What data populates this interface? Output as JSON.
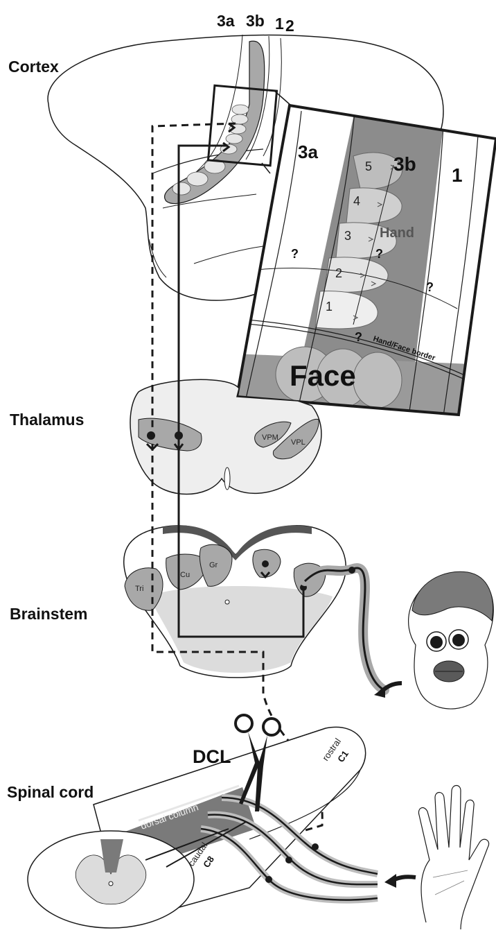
{
  "levels": {
    "cortex": "Cortex",
    "thalamus": "Thalamus",
    "brainstem": "Brainstem",
    "spinal_cord": "Spinal cord"
  },
  "cortex_areas": [
    "3a",
    "3b",
    "1",
    "2"
  ],
  "inset": {
    "area_3a": "3a",
    "area_3b": "3b",
    "area_1": "1",
    "hand": "Hand",
    "face": "Face",
    "border": "Hand/Face border",
    "digits": [
      "5",
      "4",
      "3",
      "2",
      "1"
    ],
    "question": "?"
  },
  "thalamus_nuclei": {
    "vpm": "VPM",
    "vpl": "VPL"
  },
  "brainstem_nuclei": {
    "tri": "Tri",
    "cu": "Cu",
    "gr": "Gr"
  },
  "spinal": {
    "lesion": "DCL",
    "dorsal_column": "dorsal column",
    "rostral": "rostral",
    "c1": "C1",
    "caudal": "caudal",
    "c8": "C8"
  },
  "colors": {
    "ink": "#1a1a1a",
    "dark_gray": "#7a7a7a",
    "mid_gray": "#a8a8a8",
    "light_gray": "#d9d9d9",
    "inset_3b": "#8c8c8c"
  }
}
